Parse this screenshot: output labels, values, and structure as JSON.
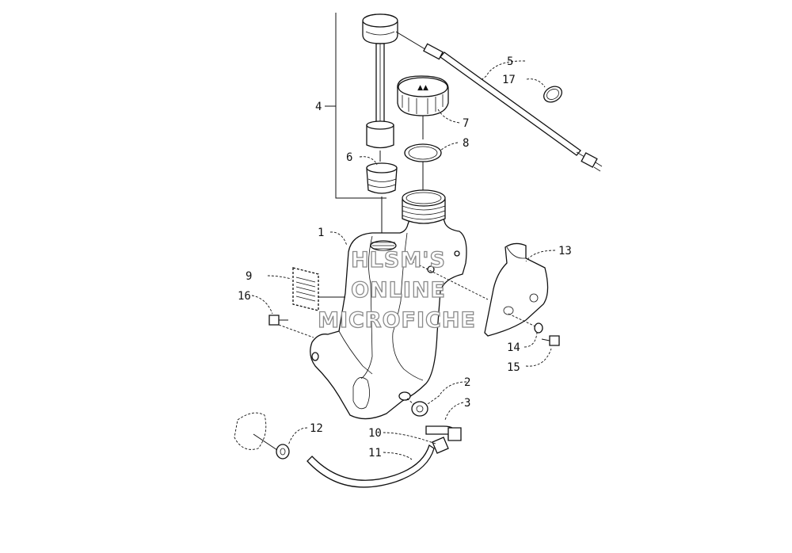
{
  "diagram": {
    "callouts": {
      "c1": "1",
      "c2": "2",
      "c3": "3",
      "c4": "4",
      "c5": "5",
      "c6": "6",
      "c7": "7",
      "c8": "8",
      "c9": "9",
      "c10": "10",
      "c11": "11",
      "c12": "12",
      "c13": "13",
      "c14": "14",
      "c15": "15",
      "c16": "16",
      "c17": "17"
    },
    "watermark": {
      "line1": "HLSM'S",
      "line2": "ONLINE",
      "line3": "MICROFICHE"
    }
  }
}
